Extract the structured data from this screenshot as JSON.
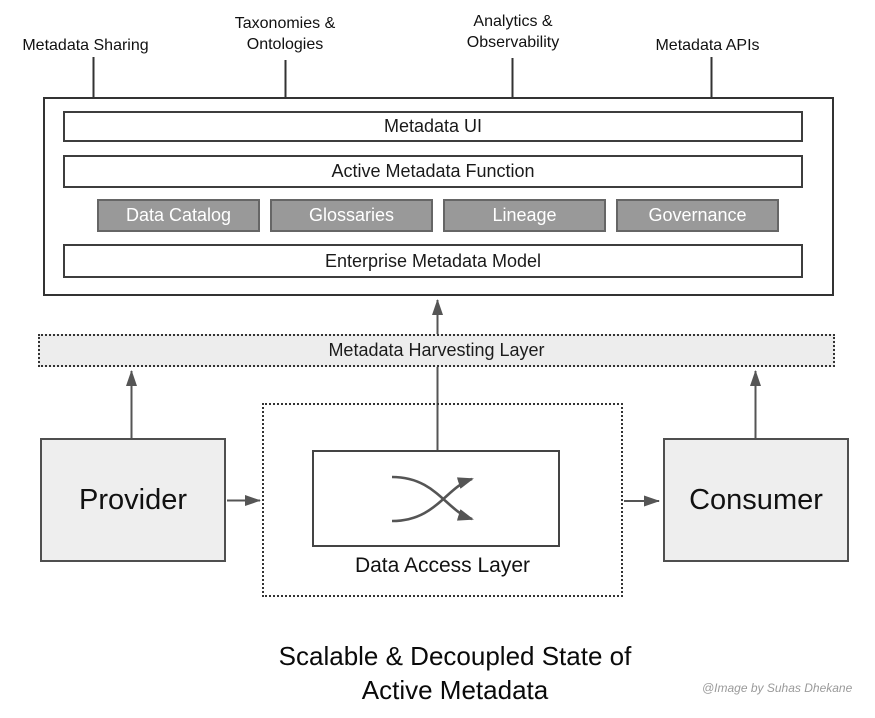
{
  "title": "Scalable & Decoupled State of\nActive Metadata",
  "credit": "@Image by Suhas Dhekane",
  "top_labels": [
    {
      "label": "Metadata Sharing"
    },
    {
      "label": "Taxonomies &\nOntologies"
    },
    {
      "label": "Analytics &\nObservability"
    },
    {
      "label": "Metadata APIs"
    }
  ],
  "platform": {
    "metadata_ui": "Metadata UI",
    "active_metadata_function": "Active Metadata Function",
    "capabilities": [
      {
        "label": "Data Catalog"
      },
      {
        "label": "Glossaries"
      },
      {
        "label": "Lineage"
      },
      {
        "label": "Governance"
      }
    ],
    "enterprise_metadata_model": "Enterprise Metadata Model"
  },
  "harvesting_layer_label": "Metadata Harvesting Layer",
  "provider_label": "Provider",
  "consumer_label": "Consumer",
  "data_access_layer_label": "Data Access Layer",
  "colors": {
    "outline": "#333333",
    "arrow": "#555555",
    "capability_bg": "#999999",
    "capability_border": "#666666",
    "panel_bg": "#ededed",
    "node_bg": "#eeeeee"
  }
}
